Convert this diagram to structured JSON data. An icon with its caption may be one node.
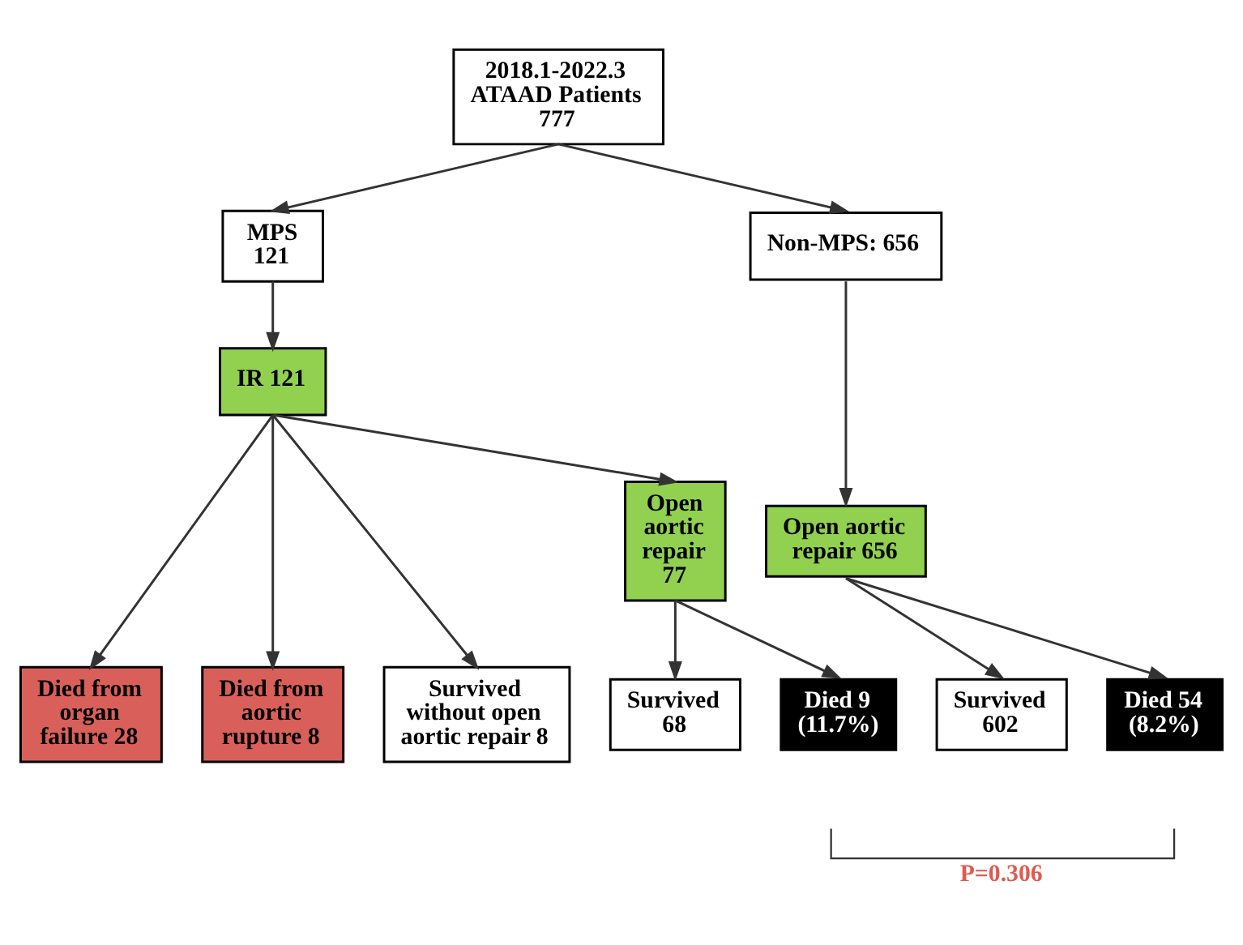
{
  "diagram": {
    "nodes": [
      {
        "text": [
          "2018.1-2022.3 ATAAD Patients 777"
        ]
      },
      {
        "text": [
          "MPS 121"
        ]
      },
      {
        "text": [
          "Non-MPS: 656"
        ]
      },
      {
        "text": [
          "IR 121"
        ]
      },
      {
        "text": [
          "Open aortic repair 77"
        ]
      },
      {
        "text": [
          "Open aortic repair 656"
        ]
      },
      {
        "text": [
          "Died from organ failure 28"
        ]
      },
      {
        "text": [
          "Died from aortic rupture 8"
        ]
      },
      {
        "text": [
          "Survived without open aortic repair 8"
        ]
      },
      {
        "text": [
          "Survived 68"
        ]
      },
      {
        "text": [
          "Died 9 (11.7%)"
        ]
      },
      {
        "text": [
          "Survived 602"
        ]
      },
      {
        "text": [
          "Died 54 (8.2%)"
        ]
      }
    ],
    "edges": [
      {
        "from": 0,
        "to": 1,
        "arrow": "to"
      },
      {
        "from": 0,
        "to": 2,
        "arrow": "to"
      },
      {
        "from": 1,
        "to": 3,
        "arrow": "to"
      },
      {
        "from": 3,
        "to": 6,
        "arrow": "to"
      },
      {
        "from": 3,
        "to": 7,
        "arrow": "to"
      },
      {
        "from": 3,
        "to": 8,
        "arrow": "to"
      },
      {
        "from": 3,
        "to": 4,
        "arrow": "to"
      },
      {
        "from": 2,
        "to": 5,
        "arrow": "to"
      },
      {
        "from": 4,
        "to": 9,
        "arrow": "to"
      },
      {
        "from": 4,
        "to": 10,
        "arrow": "to"
      },
      {
        "from": 5,
        "to": 11,
        "arrow": "to"
      },
      {
        "from": 5,
        "to": 12,
        "arrow": "to"
      }
    ],
    "labels": [
      "P=0.306"
    ]
  }
}
